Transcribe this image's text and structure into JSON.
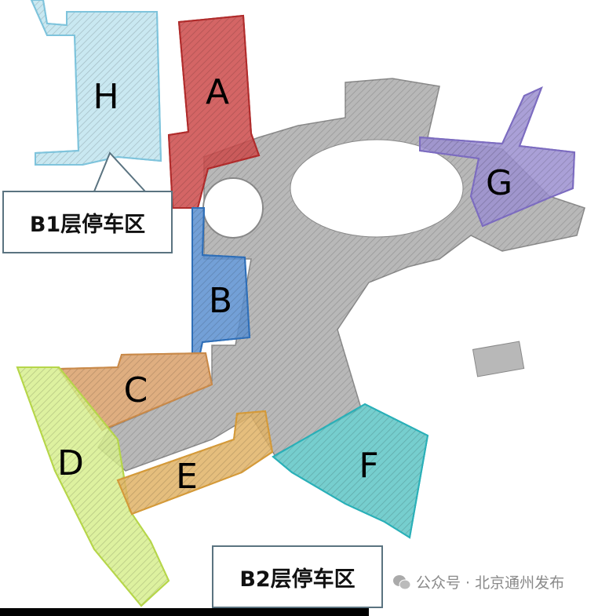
{
  "zones": [
    {
      "id": "H",
      "color": "#bfe4ef",
      "stroke": "#7fc4dc"
    },
    {
      "id": "A",
      "color": "#cc4a4a",
      "stroke": "#b02c2c"
    },
    {
      "id": "B",
      "color": "#5b8fd0",
      "stroke": "#2f6fb8"
    },
    {
      "id": "C",
      "color": "#d9a06a",
      "stroke": "#c98a4a"
    },
    {
      "id": "D",
      "color": "#d7ee8e",
      "stroke": "#b6d64a"
    },
    {
      "id": "E",
      "color": "#e0b366",
      "stroke": "#d49a3a"
    },
    {
      "id": "F",
      "color": "#5ec6c6",
      "stroke": "#2ab0b8"
    },
    {
      "id": "G",
      "color": "#9b8fd0",
      "stroke": "#7c6cc0"
    }
  ],
  "mall_color": "#9a9a9a",
  "labels": {
    "b1": "B1层停车区",
    "b2": "B2层停车区"
  },
  "watermark": {
    "icon": "wechat-icon",
    "text": "公众号 · 北京通州发布"
  }
}
